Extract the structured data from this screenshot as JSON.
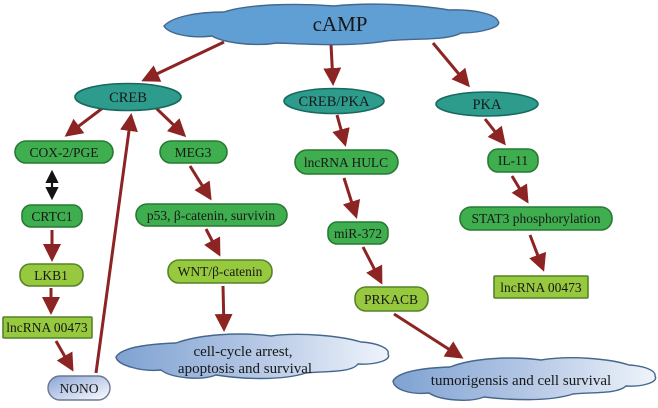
{
  "nodes": {
    "camp": "cAMP",
    "creb": "CREB",
    "creb_pka": "CREB/PKA",
    "pka": "PKA",
    "cox2_pge": "COX-2/PGE",
    "crtc1": "CRTC1",
    "lkb1": "LKB1",
    "lncrna_00473_left": "lncRNA 00473",
    "nono": "NONO",
    "meg3": "MEG3",
    "p53_bcatenin_survivin": "p53, β-catenin, survivin",
    "wnt_bcatenin": "WNT/β-catenin",
    "lncrna_hulc": "lncRNA HULC",
    "mir372": "miR-372",
    "prkacb": "PRKACB",
    "il11": "IL-11",
    "stat3": "STAT3 phosphorylation",
    "lncrna_00473_right": "lncRNA 00473",
    "cloud1_line1": "cell-cycle arrest,",
    "cloud1_line2": "apoptosis and survival",
    "cloud2": "tumorigensis and cell survival"
  },
  "edges": [
    {
      "from": "cAMP",
      "to": "CREB"
    },
    {
      "from": "cAMP",
      "to": "CREB/PKA"
    },
    {
      "from": "cAMP",
      "to": "PKA"
    },
    {
      "from": "CREB",
      "to": "COX-2/PGE"
    },
    {
      "from": "CREB",
      "to": "MEG3"
    },
    {
      "from": "COX-2/PGE",
      "to": "CRTC1",
      "type": "double-headed"
    },
    {
      "from": "CRTC1",
      "to": "LKB1"
    },
    {
      "from": "LKB1",
      "to": "lncRNA 00473"
    },
    {
      "from": "lncRNA 00473",
      "to": "NONO"
    },
    {
      "from": "NONO",
      "to": "CREB"
    },
    {
      "from": "MEG3",
      "to": "p53, β-catenin, survivin"
    },
    {
      "from": "p53, β-catenin, survivin",
      "to": "WNT/β-catenin"
    },
    {
      "from": "WNT/β-catenin",
      "to": "cell-cycle arrest, apoptosis and survival"
    },
    {
      "from": "CREB/PKA",
      "to": "lncRNA HULC"
    },
    {
      "from": "lncRNA HULC",
      "to": "miR-372"
    },
    {
      "from": "miR-372",
      "to": "PRKACB"
    },
    {
      "from": "PRKACB",
      "to": "tumorigensis and cell survival"
    },
    {
      "from": "PKA",
      "to": "IL-11"
    },
    {
      "from": "IL-11",
      "to": "STAT3 phosphorylation"
    },
    {
      "from": "STAT3 phosphorylation",
      "to": "lncRNA 00473"
    }
  ],
  "colors": {
    "teal": "#2d9c8d",
    "teal_stroke": "#17695d",
    "green": "#3fae4f",
    "green_stroke": "#277a33",
    "lime": "#97c93e",
    "lime_stroke": "#55832a",
    "arrow": "#8b2423",
    "cloud_blue": "#5f9fd3",
    "cloud_stroke": "#46678c",
    "gradient_blue": "#7fa2d2",
    "gradient_mid": "#b3c6e4",
    "gradient_light": "#eff4fb",
    "nono_blue": "#8aa4d6",
    "text": "#181818"
  }
}
